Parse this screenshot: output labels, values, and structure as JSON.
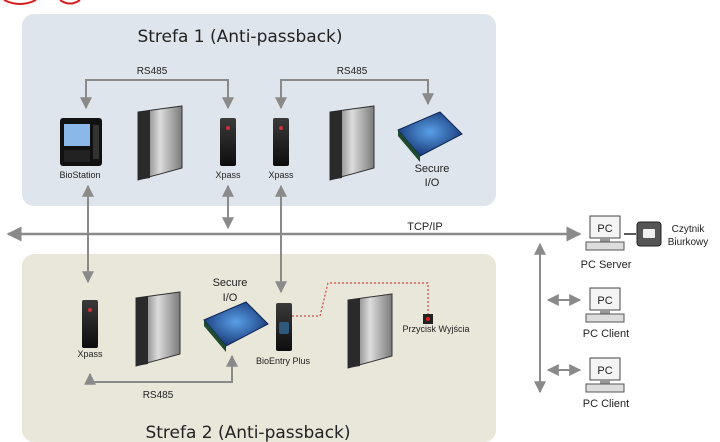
{
  "zones": {
    "zone1_title": "Strefa 1 (Anti-passback)",
    "zone2_title": "Strefa 2 (Anti-passback)"
  },
  "buses": {
    "rs485_a": "RS485",
    "rs485_b": "RS485",
    "rs485_c": "RS485",
    "network": "TCP/IP"
  },
  "devices": {
    "biostation": "BioStation",
    "xpass_z1_a": "Xpass",
    "xpass_z1_b": "Xpass",
    "secure_io_z1_line1": "Secure",
    "secure_io_z1_line2": "I/O",
    "xpass_z2": "Xpass",
    "secure_io_z2_line1": "Secure",
    "secure_io_z2_line2": "I/O",
    "bioentry_plus": "BioEntry Plus",
    "exit_button": "Przycisk Wyjścia"
  },
  "computers": {
    "pc_badge": "PC",
    "server": "PC Server",
    "client_1": "PC Client",
    "client_2": "PC Client",
    "desk_reader_line1": "Czytnik",
    "desk_reader_line2": "Biurkowy"
  },
  "colors": {
    "zone1_bg": "#dfe5ec",
    "zone2_bg": "#e9e6da",
    "bus_line": "#8a8a8a",
    "wire_red": "#cc2222",
    "fragment_red": "#d42020"
  }
}
